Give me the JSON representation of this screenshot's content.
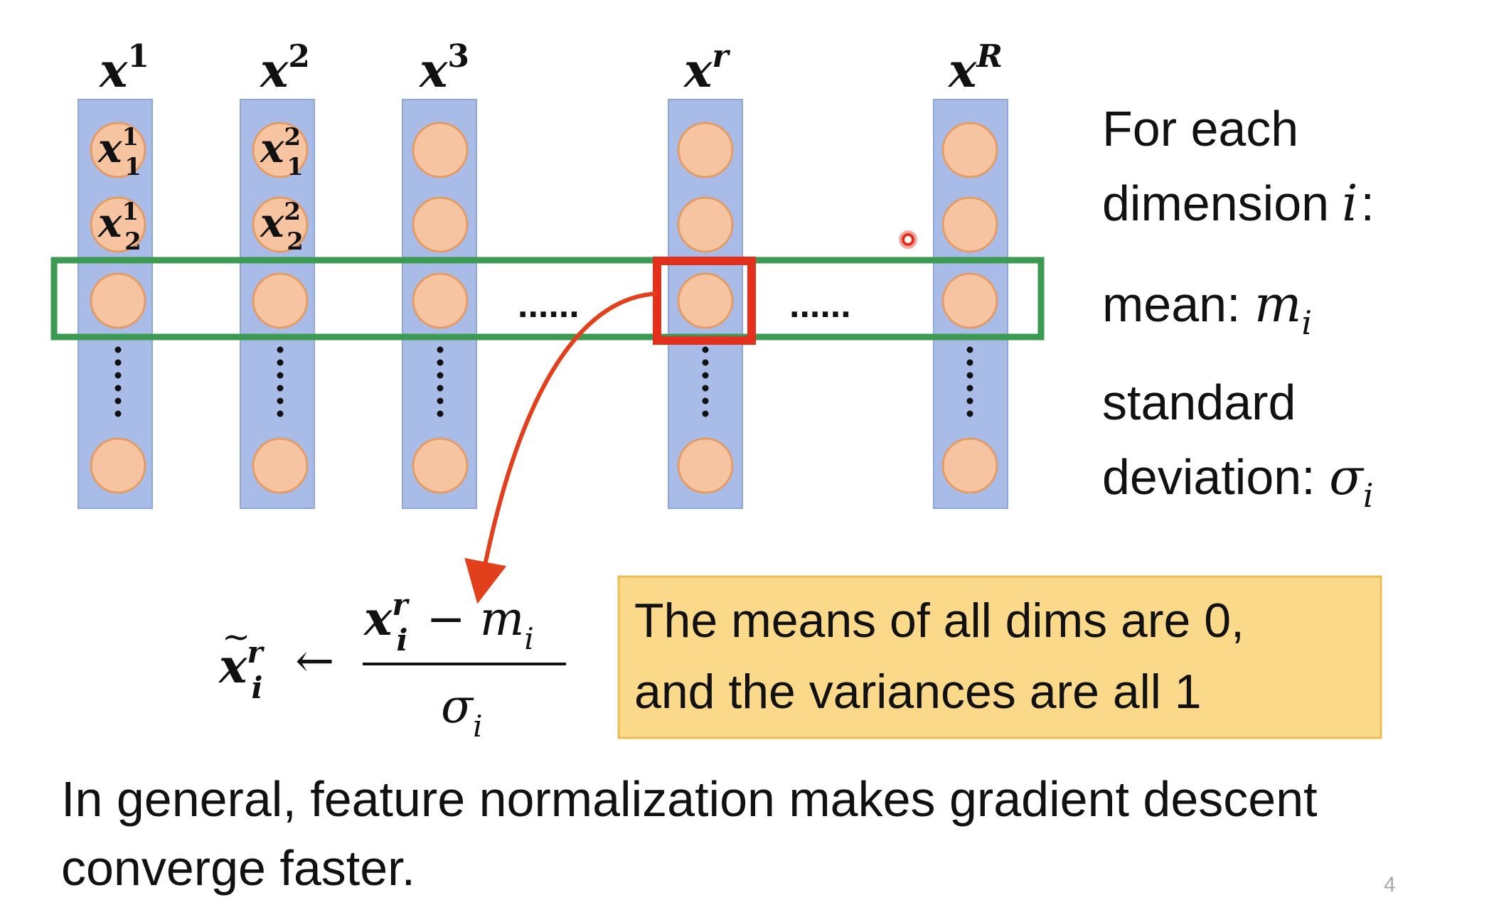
{
  "columns": [
    {
      "label": "x",
      "sup": "1",
      "node1": {
        "sub": "1",
        "sup": "1"
      },
      "node2": {
        "sub": "2",
        "sup": "1"
      }
    },
    {
      "label": "x",
      "sup": "2",
      "node1": {
        "sub": "1",
        "sup": "2"
      },
      "node2": {
        "sub": "2",
        "sup": "2"
      }
    },
    {
      "label": "x",
      "sup": "3"
    },
    {
      "label": "x",
      "sup": "r"
    },
    {
      "label": "x",
      "sup": "R"
    }
  ],
  "ellipsis": "......",
  "right_panel": {
    "line1": "For each",
    "line2": "dimension",
    "line2_var": "i",
    "line2_end": ":",
    "mean_label": "mean: ",
    "mean_var": "m",
    "mean_sub": "i",
    "std_line1": "standard",
    "std_line2": "deviation: ",
    "std_var": "σ",
    "std_sub": "i"
  },
  "formula": {
    "lhs_base": "x",
    "lhs_sub": "i",
    "lhs_sup": "r",
    "lhs_accent": "~",
    "arrow": "←",
    "num_base": "x",
    "num_sub": "i",
    "num_sup": "r",
    "minus": "−",
    "num_m": "m",
    "num_m_sub": "i",
    "den": "σ",
    "den_sub": "i"
  },
  "note_box": {
    "line1": "The means of all dims are 0,",
    "line2": "and the variances are all 1"
  },
  "bottom_text": {
    "line1": "In general, feature normalization makes gradient descent",
    "line2": "converge faster."
  },
  "page_number": "4",
  "colors": {
    "column_fill": "#a9bce8",
    "column_stroke": "#8fa6d8",
    "node_fill": "#f6c4a0",
    "node_stroke": "#e49c66",
    "row_box": "#3d9a52",
    "highlight": "#e2301c",
    "arrow": "#e2401c",
    "note_fill": "#fbd98a",
    "note_stroke": "#e9bd55",
    "text": "#111111"
  }
}
